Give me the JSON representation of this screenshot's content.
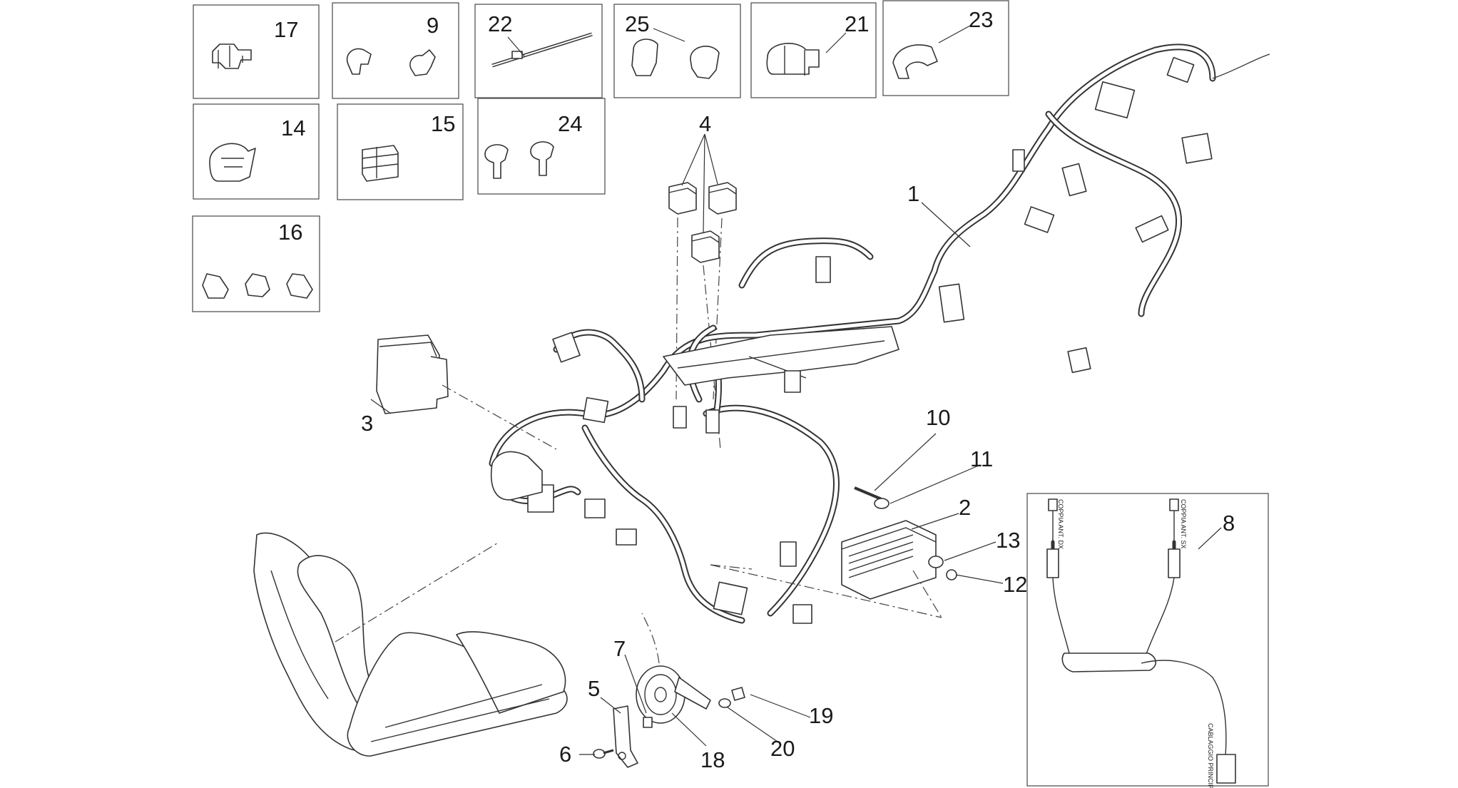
{
  "diagram": {
    "callouts": [
      {
        "id": "c17",
        "text": "17"
      },
      {
        "id": "c9",
        "text": "9"
      },
      {
        "id": "c22",
        "text": "22"
      },
      {
        "id": "c25",
        "text": "25"
      },
      {
        "id": "c21",
        "text": "21"
      },
      {
        "id": "c23",
        "text": "23"
      },
      {
        "id": "c14",
        "text": "14"
      },
      {
        "id": "c15",
        "text": "15"
      },
      {
        "id": "c24",
        "text": "24"
      },
      {
        "id": "c16",
        "text": "16"
      },
      {
        "id": "c4",
        "text": "4"
      },
      {
        "id": "c1",
        "text": "1"
      },
      {
        "id": "c3",
        "text": "3"
      },
      {
        "id": "c10",
        "text": "10"
      },
      {
        "id": "c11",
        "text": "11"
      },
      {
        "id": "c2",
        "text": "2"
      },
      {
        "id": "c13",
        "text": "13"
      },
      {
        "id": "c12",
        "text": "12"
      },
      {
        "id": "c8",
        "text": "8"
      },
      {
        "id": "c7",
        "text": "7"
      },
      {
        "id": "c5",
        "text": "5"
      },
      {
        "id": "c6",
        "text": "6"
      },
      {
        "id": "c18",
        "text": "18"
      },
      {
        "id": "c19",
        "text": "19"
      },
      {
        "id": "c20",
        "text": "20"
      }
    ],
    "inset_labels": {
      "left_connector": "COPPIA ANT. DX",
      "right_connector": "COPPIA ANT. SX",
      "bottom_connector": "CABLAGGIO PRINCIPALE"
    }
  }
}
